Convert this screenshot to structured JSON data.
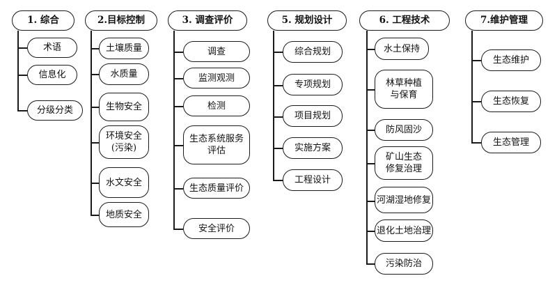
{
  "categories": [
    {
      "label": "1. 综合",
      "items": [
        "术语",
        "信息化",
        "分级分类"
      ]
    },
    {
      "label": "2.目标控制",
      "items": [
        "土壤质量",
        "水质量",
        "生物安全",
        "环境安全\n(污染)",
        "水文安全",
        "地质安全"
      ]
    },
    {
      "label": "3. 调查评价",
      "items": [
        "调查",
        "监测观测",
        "检测",
        "生态系统服务\n评估",
        "生态质量评价",
        "安全评价"
      ]
    },
    {
      "label": "5. 规划设计",
      "items": [
        "综合规划",
        "专项规划",
        "项目规划",
        "实施方案",
        "工程设计"
      ]
    },
    {
      "label": "6. 工程技术",
      "items": [
        "水土保持",
        "林草种植\n与保育",
        "防风固沙",
        "矿山生态\n修复治理",
        "河湖湿地修复",
        "退化土地治理",
        "污染防治"
      ]
    },
    {
      "label": "7.维护管理",
      "items": [
        "生态维护",
        "生态恢复",
        "生态管理"
      ]
    }
  ],
  "colors": {
    "stroke": "#1a1a1a",
    "background": "#ffffff"
  }
}
